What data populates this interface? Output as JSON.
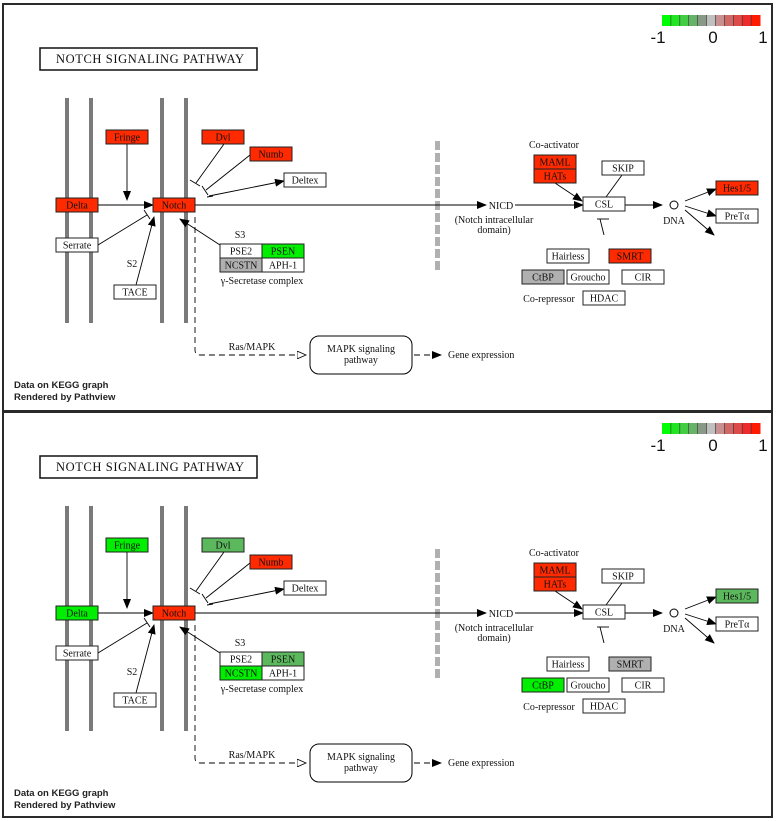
{
  "legend": {
    "colors": [
      "#00ff00",
      "#22e522",
      "#44cc44",
      "#66b266",
      "#889988",
      "#bfbfbf",
      "#c89090",
      "#d06868",
      "#dd4a4a",
      "#ee2a2a",
      "#ff1a00"
    ],
    "labels": [
      "-1",
      "0",
      "1"
    ]
  },
  "diagram": {
    "title": "NOTCH SIGNALING PATHWAY",
    "labels": {
      "s2": "S2",
      "s3": "S3",
      "secretase_complex": "γ-Secretase complex",
      "nicd": "NICD",
      "nicd_desc_1": "(Notch intracellular",
      "nicd_desc_2": "domain)",
      "co_activator": "Co-activator",
      "co_repressor": "Co-repressor",
      "dna": "DNA",
      "ras_mapk": "Ras/MAPK",
      "mapk_1": "MAPK signaling",
      "mapk_2": "pathway",
      "gene_expression": "Gene expression"
    },
    "footer": [
      "Data on KEGG graph",
      "Rendered by Pathview"
    ]
  },
  "colors": {
    "up": "#ff2a00",
    "down": "#00ee00",
    "down_mid": "#5cb85c",
    "neutral": "#b0b0b0",
    "none": "#ffffff"
  },
  "panels": [
    {
      "nodes": {
        "Fringe": "up",
        "Dvl": "up",
        "Numb": "up",
        "Deltex": "none",
        "Delta": "up",
        "Notch": "up",
        "Serrate": "none",
        "TACE": "none",
        "PSE2": "none",
        "PSEN": "down",
        "NCSTN": "neutral",
        "APH-1": "none",
        "MAML": "up",
        "HATs": "up",
        "SKIP": "none",
        "CSL": "none",
        "Hes1/5": "up",
        "PreTα": "none",
        "Hairless": "none",
        "SMRT": "up",
        "CtBP": "neutral",
        "Groucho": "none",
        "CIR": "none",
        "HDAC": "none"
      }
    },
    {
      "nodes": {
        "Fringe": "down",
        "Dvl": "down_mid",
        "Numb": "up",
        "Deltex": "none",
        "Delta": "down",
        "Notch": "up",
        "Serrate": "none",
        "TACE": "none",
        "PSE2": "none",
        "PSEN": "down_mid",
        "NCSTN": "down",
        "APH-1": "none",
        "MAML": "up",
        "HATs": "up",
        "SKIP": "none",
        "CSL": "none",
        "Hes1/5": "down_mid",
        "PreTα": "none",
        "Hairless": "none",
        "SMRT": "neutral",
        "CtBP": "down",
        "Groucho": "none",
        "CIR": "none",
        "HDAC": "none"
      }
    }
  ]
}
